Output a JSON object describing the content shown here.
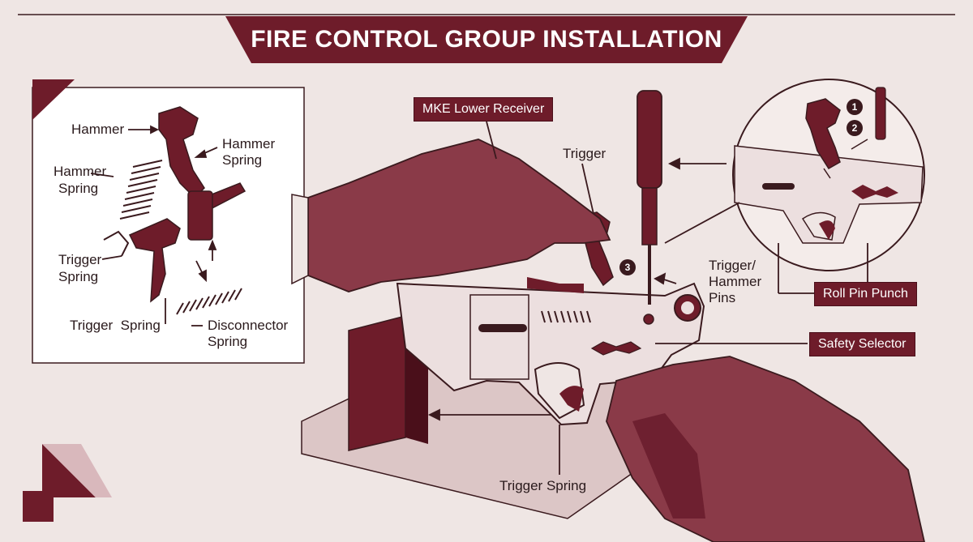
{
  "title": "FIRE CONTROL GROUP INSTALLATION",
  "inset": {
    "labels": {
      "hammer": "Hammer",
      "hammer_spring_right_1": "Hammer",
      "hammer_spring_right_2": "Spring",
      "hammer_spring_left_1": "Hammer",
      "hammer_spring_left_2": "Spring",
      "trigger_spring_1": "Trigger",
      "trigger_spring_2": "Spring",
      "trigger_spring_bottom": "Trigger  Spring",
      "disconnector_1": "Disconnector",
      "disconnector_2": "Spring"
    }
  },
  "main": {
    "tags": {
      "lower_receiver": "MKE Lower Receiver",
      "roll_pin_punch": "Roll Pin Punch",
      "safety_selector": "Safety Selector"
    },
    "labels": {
      "trigger": "Trigger",
      "pins_1": "Trigger/",
      "pins_2": "Hammer",
      "pins_3": "Pins",
      "trigger_spring": "Trigger Spring"
    },
    "steps": [
      "1",
      "2",
      "3"
    ]
  },
  "colors": {
    "background": "#efe6e4",
    "accent": "#6e1c2a",
    "dark": "#3a1a1e",
    "metal": "#e9dcdc",
    "glove": "#8a3a48"
  }
}
